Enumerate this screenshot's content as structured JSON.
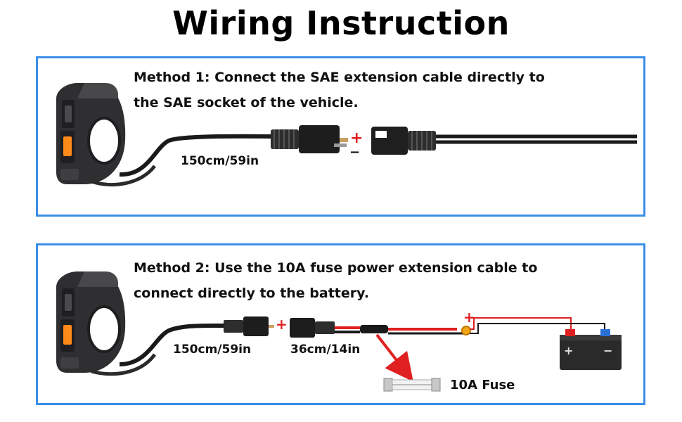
{
  "title": "Wiring Instruction",
  "method1": {
    "line1": "Method 1: Connect the SAE extension cable directly to",
    "line2": "the SAE socket of the vehicle.",
    "cable_length": "150cm/59in",
    "plus": "+",
    "minus": "−"
  },
  "method2": {
    "line1": "Method 2: Use the 10A fuse power extension cable to",
    "line2": "connect directly to the battery.",
    "cable_length1": "150cm/59in",
    "cable_length2": "36cm/14in",
    "fuse_label": "10A Fuse",
    "plus": "+",
    "battery_plus": "+",
    "battery_minus": "−"
  },
  "colors": {
    "border": "#3a8ee6",
    "red": "#e02020",
    "device": "#3a3a3c",
    "accent": "#ff8a1a"
  }
}
